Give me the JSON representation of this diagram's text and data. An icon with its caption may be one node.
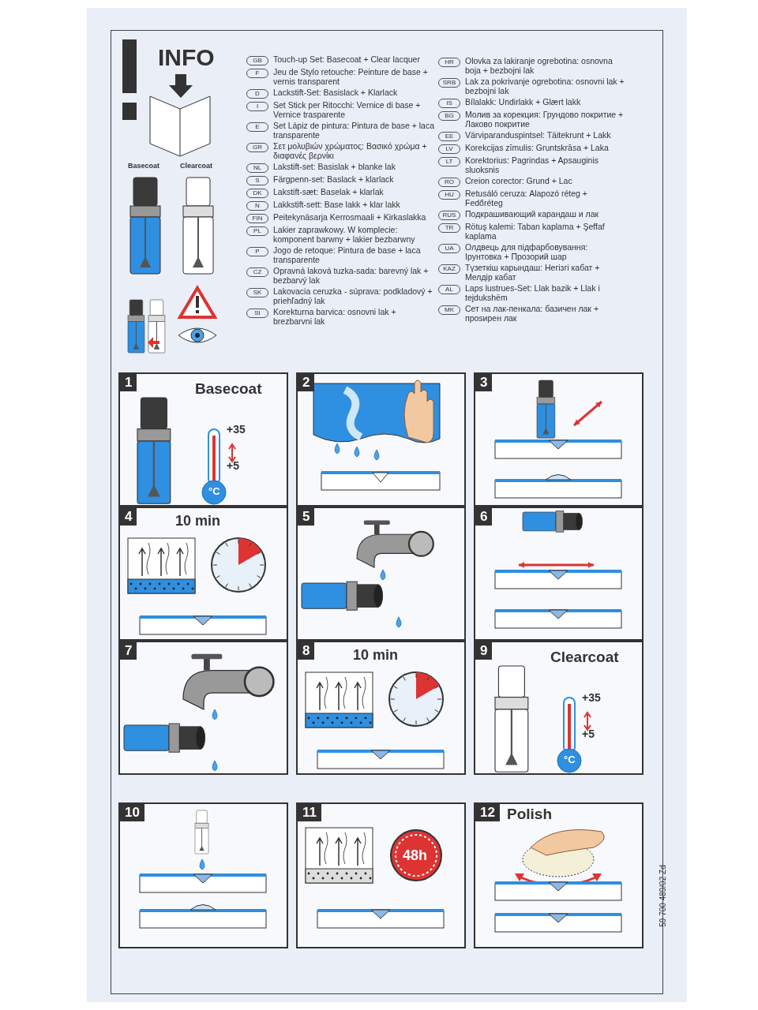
{
  "diagram": {
    "nodes": [
      {
        "text": [
          "1",
          "Basecoat",
          "+35",
          "+5",
          "°C"
        ]
      },
      {
        "text": [
          "2"
        ]
      },
      {
        "text": [
          "3"
        ]
      },
      {
        "text": [
          "4",
          "10 min"
        ]
      },
      {
        "text": [
          "5"
        ]
      },
      {
        "text": [
          "6"
        ]
      },
      {
        "text": [
          "7"
        ]
      },
      {
        "text": [
          "8",
          "10 min"
        ]
      },
      {
        "text": [
          "9",
          "Clearcoat",
          "+35",
          "+5",
          "°C"
        ]
      },
      {
        "text": [
          "10"
        ]
      },
      {
        "text": [
          "11",
          "48h"
        ]
      },
      {
        "text": [
          "12",
          "Polish"
        ]
      }
    ],
    "labels": [
      "INFO",
      "Basecoat",
      "Clearcoat",
      "GB",
      "Touch-up Set: Basecoat + Clear lacquer",
      "F",
      "Jeu de Stylo retouche: Peinture de base + vernis transparent",
      "D",
      "Lackstift-Set: Basislack + Klarlack",
      "I",
      "Set Stick per Ritocchi: Vernice di base + Vernice trasparente",
      "E",
      "Set Lápiz de pintura: Pintura de base + laca transparente",
      "GR",
      "Σετ μολυβιών χρώματος: Βασικό χρώμα + διαφανές βερνίκι",
      "NL",
      "Lakstift-set: Basislak + blanke lak",
      "S",
      "Färgpenn-set: Baslack + klarlack",
      "DK",
      "Lakstift-sæt: Baselak + klarlak",
      "N",
      "Lakkstift-sett: Base lakk + klar lakk",
      "FIN",
      "Peitekynäsarja Kerrosmaali + Kirkaslakka",
      "PL",
      "Lakier zaprawkowy. W komplecie: komponent barwny + lakier bezbarwny",
      "P",
      "Jogo de retoque: Pintura de base + laca transparente",
      "CZ",
      "Opravná laková tuzka-sada: barevný lak + bezbarvý lak",
      "SK",
      "Lakovacia ceruzka - súprava: podkladový + priehľadný lak",
      "SI",
      "Korekturna barvica: osnovni lak + brezbarvni lak",
      "HR",
      "Olovka za lakiranje ogrebotina: osnovna boja + bezbojni lak",
      "SRB",
      "Lak za pokrivanje ogrebotina: osnovni lak + bezbojni lak",
      "IS",
      "Bílalakk: Undirlakk + Glært lakk",
      "BG",
      "Молив за корекция: Грундово покритие + Лаково покритие",
      "EE",
      "Värviparanduspintsel: Täitekrunt + Lakk",
      "LV",
      "Korekcijas zīmulis: Gruntskrāsa + Laka",
      "LT",
      "Korektorius: Pagrindas + Apsauginis sluoksnis",
      "RO",
      "Creion corector: Grund + Lac",
      "HU",
      "Retusáló ceruza: Alapozó réteg + Fedőréteg",
      "RUS",
      "Подкрашивающий карандаш и лак",
      "TR",
      "Rötuş kalemi: Taban kaplama + Şeffaf kaplama",
      "UA",
      "Олдвець для підфарбовування: Ірунтовка + Прозорий шар",
      "KAZ",
      "Түзеткіш карындаш: Негізгі кабат + Мелдір кабат",
      "AL",
      "Laps lustrues-Set: Llak bazik + Llak i tejdukshëm",
      "MK",
      "Сет на лак-пенкала: базичен лак + проѕирен лак",
      "59 700 489/02 Zd"
    ]
  }
}
